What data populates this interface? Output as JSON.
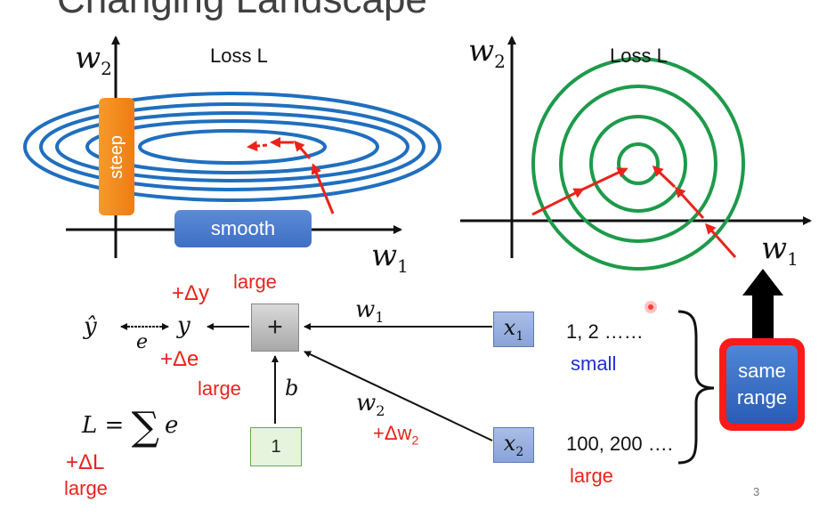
{
  "slide": {
    "title": "Changing Landscape",
    "page_number": "3"
  },
  "left_plot": {
    "loss_label": "Loss L",
    "y_axis_label": "w",
    "y_axis_sub": "2",
    "x_axis_label": "w",
    "x_axis_sub": "1",
    "steep_label": "steep",
    "smooth_label": "smooth"
  },
  "right_plot": {
    "loss_label": "Loss L",
    "y_axis_label": "w",
    "y_axis_sub": "2",
    "x_axis_label": "w",
    "x_axis_sub": "1"
  },
  "network": {
    "y_hat": "ŷ",
    "e_label": "e",
    "y_label": "y",
    "plus_symbol": "+",
    "b_label": "b",
    "one_label": "1",
    "w1_label": "w",
    "w1_sub": "1",
    "w2_label": "w",
    "w2_sub": "2",
    "x1_label": "x",
    "x1_sub": "1",
    "x2_label": "x",
    "x2_sub": "2",
    "delta_y": "+Δy",
    "delta_y_size": "large",
    "delta_e": "+Δe",
    "delta_e_size": "large",
    "delta_w2": "+Δw",
    "delta_w2_sub": "2",
    "loss_formula_lhs": "L = ",
    "loss_formula_sum": "∑",
    "loss_formula_e": "e",
    "delta_L": "+ΔL",
    "delta_L_size": "large",
    "x1_values": "1, 2 ……",
    "x1_size": "small",
    "x2_values": "100, 200 ….",
    "x2_size": "large",
    "same_range_line1": "same",
    "same_range_line2": "range"
  },
  "colors": {
    "blue_contour": "#1f6fbf",
    "green_contour": "#1d9a4a",
    "red_arrow": "#e8241b",
    "steep_orange": "#f28a1d",
    "smooth_blue": "#4a7bd0",
    "same_range_border": "#ff1a1a"
  }
}
